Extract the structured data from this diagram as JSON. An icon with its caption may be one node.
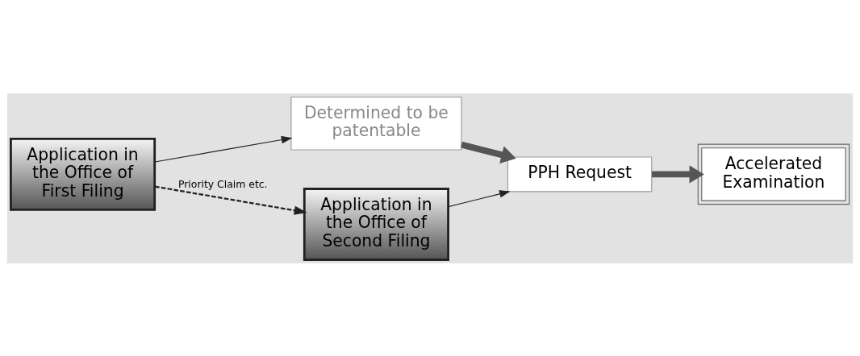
{
  "diagram": {
    "nodes": [
      {
        "text": [
          "Application in the Office of First Filing"
        ]
      },
      {
        "text": [
          "Determined to be patentable"
        ]
      },
      {
        "text": [
          "Application in the Office of Second Filing"
        ]
      },
      {
        "text": [
          "PPH Request"
        ]
      },
      {
        "text": [
          "Accelerated Examination"
        ]
      }
    ],
    "edges": [
      {
        "from": 0,
        "to": 1,
        "arrow": "to"
      },
      {
        "from": 0,
        "to": 2,
        "arrow": "to",
        "style": "dashed",
        "label": "Priority Claim etc."
      },
      {
        "from": 1,
        "to": 3,
        "arrow": "to",
        "style": "thick",
        "color": "#555555"
      },
      {
        "from": 2,
        "to": 3,
        "arrow": "to"
      },
      {
        "from": 3,
        "to": 4,
        "arrow": "to",
        "style": "thick",
        "color": "#555555"
      }
    ]
  }
}
